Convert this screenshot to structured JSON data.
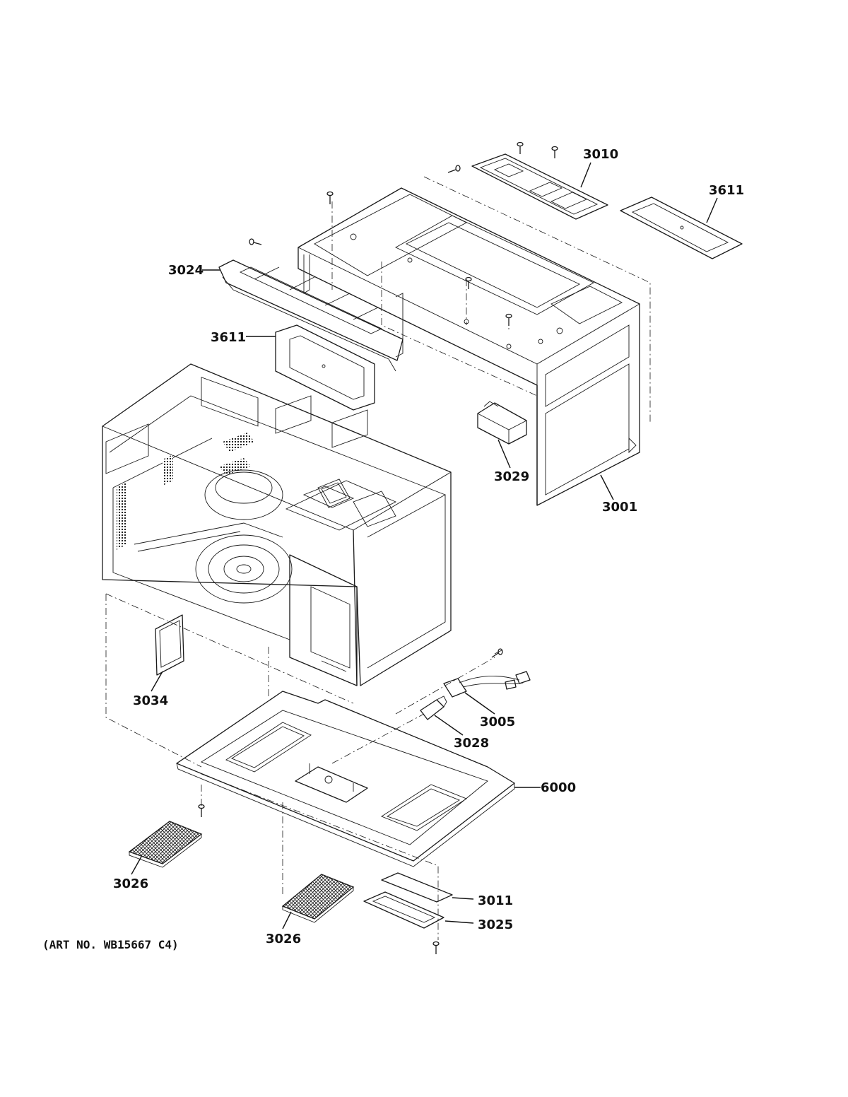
{
  "labels": {
    "l3010": "3010",
    "l3611a": "3611",
    "l3024": "3024",
    "l3611b": "3611",
    "l3029": "3029",
    "l3001": "3001",
    "l3034": "3034",
    "l3005": "3005",
    "l3028": "3028",
    "l6000": "6000",
    "l3026a": "3026",
    "l3011": "3011",
    "l3025": "3025",
    "l3026b": "3026"
  },
  "art_number": "(ART NO. WB15667 C4)"
}
